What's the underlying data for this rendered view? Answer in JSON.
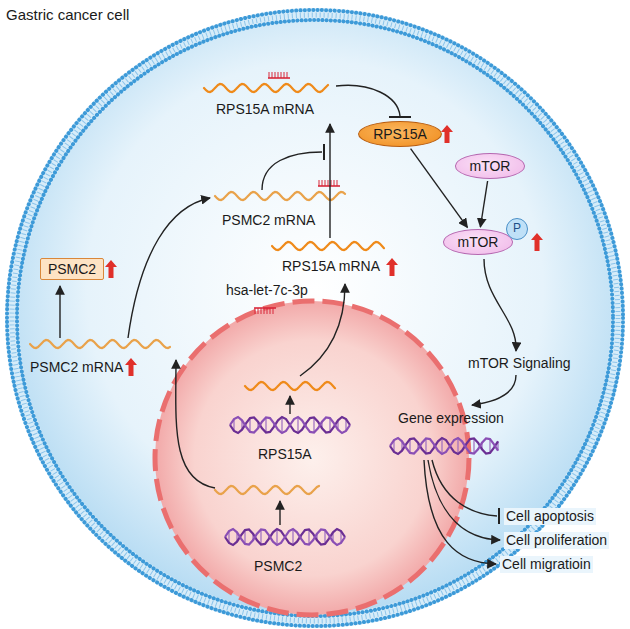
{
  "diagram": {
    "title": "Gastric cancer cell",
    "nodes": [
      {
        "text": [
          "PSMC2"
        ]
      },
      {
        "text": [
          "RPS15A"
        ]
      },
      {
        "text": [
          "mTOR"
        ]
      },
      {
        "text": [
          "mTOR"
        ]
      },
      {
        "text": [
          "P"
        ]
      }
    ],
    "edges": [
      {
        "from": 2,
        "to": 3,
        "arrow": "to"
      },
      {
        "from": 1,
        "to": 3,
        "arrow": "to"
      }
    ],
    "labels": [
      "RPS15A mRNA",
      "PSMC2 mRNA",
      "RPS15A mRNA",
      "hsa-let-7c-3p",
      "PSMC2 mRNA",
      "RPS15A",
      "PSMC2",
      "mTOR Signaling",
      "Gene expression",
      "Cell apoptosis",
      "Cell proliferation",
      "Cell migratioin"
    ]
  }
}
